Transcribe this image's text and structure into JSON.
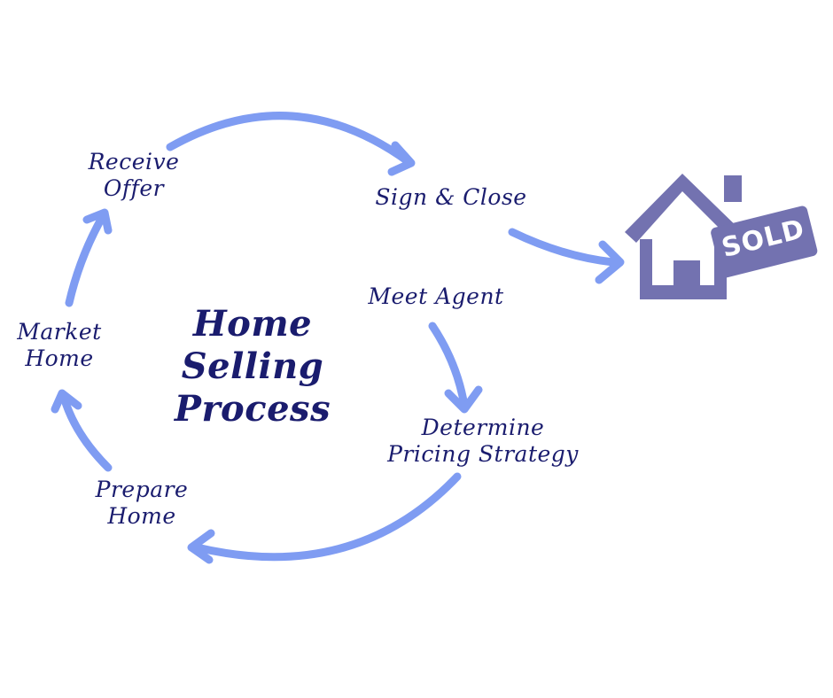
{
  "diagram": {
    "title_lines": [
      "Home",
      "Selling",
      "Process"
    ],
    "steps": [
      {
        "id": "meet-agent",
        "lines": [
          "Meet Agent"
        ]
      },
      {
        "id": "determine-pricing",
        "lines": [
          "Determine",
          "Pricing Strategy"
        ]
      },
      {
        "id": "prepare-home",
        "lines": [
          "Prepare",
          "Home"
        ]
      },
      {
        "id": "market-home",
        "lines": [
          "Market",
          "Home"
        ]
      },
      {
        "id": "receive-offer",
        "lines": [
          "Receive",
          "Offer"
        ]
      },
      {
        "id": "sign-close",
        "lines": [
          "Sign & Close"
        ]
      }
    ],
    "sign_text": "SOLD",
    "colors": {
      "arrow": "#7f9cf2",
      "text": "#1a1c6e",
      "house": "#7372b0",
      "sign_text": "#ffffff",
      "background": "#ffffff"
    }
  }
}
